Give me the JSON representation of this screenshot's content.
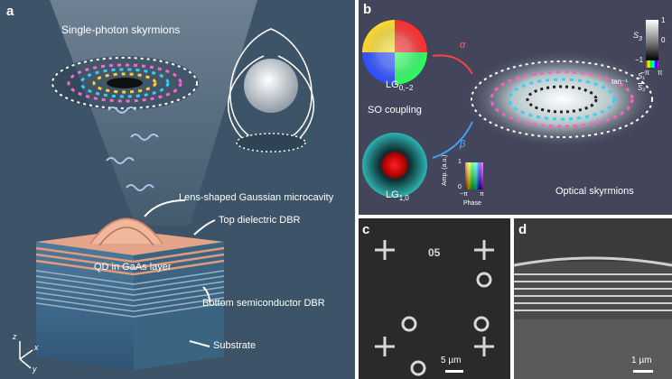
{
  "panel_a": {
    "label": "a",
    "title": "Single-photon skyrmions",
    "callouts": {
      "cavity": "Lens-shaped Gaussian microcavity",
      "top_dbr": "Top dielectric DBR",
      "qd": "QD in GaAs layer",
      "bottom_dbr": "Bottom semiconductor DBR",
      "substrate": "Substrate"
    },
    "axes": {
      "z": "z",
      "x": "x",
      "y": "y"
    }
  },
  "panel_b": {
    "label": "b",
    "mode_top": {
      "base": "LG",
      "sub": "0,−2"
    },
    "mode_bottom": {
      "base": "LG",
      "sub": "1,0"
    },
    "so_coupling": "SO coupling",
    "alpha": "α",
    "beta": "β",
    "optical_skyrmions": "Optical skyrmions",
    "s3_label": "S",
    "s3_sub": "3",
    "cb_top": "1",
    "cb_mid": "0",
    "cb_bot": "−1",
    "cb_x_left": "−π",
    "cb_x_right": "π",
    "tan_label": "tan⁻¹",
    "frac_num": "S₁",
    "frac_den": "S₂",
    "amp_label": "Amp. (a.u.)",
    "amp_top": "1",
    "amp_bot": "0",
    "phase_label": "Phase",
    "phase_left": "−π",
    "phase_right": "π"
  },
  "panel_c": {
    "label": "c",
    "scale": "5 µm"
  },
  "panel_d": {
    "label": "d",
    "scale": "1 µm"
  },
  "colors": {
    "panel_a_bg": "#3d5468",
    "panel_b_bg": "#43465a",
    "sem_bg": "#2a2a2a"
  }
}
